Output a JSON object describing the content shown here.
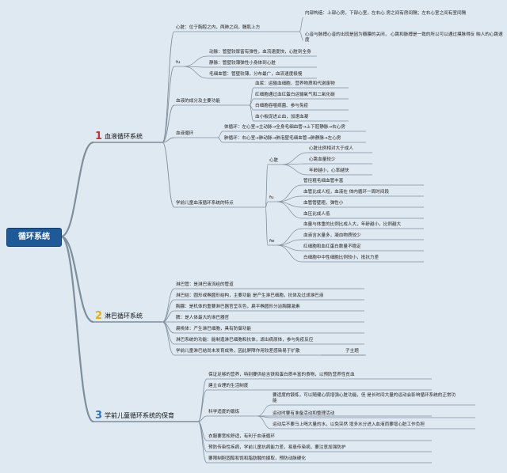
{
  "root": "循环系统",
  "colors": {
    "background": "#dfe9f1",
    "line": "#7f8e9c",
    "root_fill": "#1e5a97",
    "num1": "#d92b2b",
    "num2": "#e6b100",
    "num3": "#2d74c8"
  },
  "branch1": {
    "num": "1",
    "label": "血液循环系统",
    "heart": {
      "label": "心脏：位于胸腔之内，两肺之间，膈肌上方",
      "structure": "内部构造：上部心房，下部心室，左右心 房之间有房间隔；左右心室之间有室间隔",
      "valves": "心音与脉搏心音的出现是因为瓣膜的关闭， 心跳和脉搏是一致的所以可以通过摸脉得反 映人的心跳速度"
    },
    "vessels": {
      "label": "fu",
      "items": [
        "动脉：管壁较厚富有弹性，血流速度快，心脏到全身",
        "静脉：管壁较薄弹性小身体到心脏",
        "毛细血管：管壁较薄，分布最广，血流速度极慢"
      ]
    },
    "blood": {
      "label": "血液的成分及主要功能",
      "items": [
        "血浆：运输血细胞、营养物质和代谢废物",
        "红细胞通过血红蛋白运输氧气和二氧化碳",
        "白细胞吞噬病菌、参与免疫",
        "血小板促进止血，加速血凝"
      ]
    },
    "circulation": {
      "label": "血液循环",
      "items": [
        "体循环：左心室→主动脉→全身毛细血管→上下腔静脉→右心房",
        "肺循环：右心室→肺动脉→肺泡壁毛细血管→肺静脉→左心房"
      ]
    },
    "child": {
      "label": "学前儿童血液循环系统的特点",
      "heart": {
        "label": "心脏",
        "items": [
          "心脏比例相对大于成人",
          "心跳血量较少",
          "年龄越小，心率越快"
        ]
      },
      "fu": {
        "label": "fu",
        "items": [
          "管径粗毛细血管丰富",
          "血管比成人短，血液在 体内循环一周时间段",
          "血管管壁粗，弹性小",
          "血压比成人低"
        ]
      },
      "fw": {
        "label": "fw",
        "items": [
          "血量与体重的比例比成人大，年龄越小，比例越大",
          "血液含水量多，凝血物质较少",
          "红细胞和血红蛋白数量不稳定",
          "白细胞中中性细胞比例较小，抵抗力差"
        ]
      }
    }
  },
  "branch2": {
    "num": "2",
    "label": "淋巴循环系统",
    "items": [
      "淋巴管：是淋巴液流经的管道",
      "淋巴结：圆形或椭圆形结构，主要功能 是产生淋巴细胞，抗体及过滤淋巴液",
      "胸腺：是机体的重要淋巴器官呈灰色，扁平椭圆形分泌胸腺激素",
      "脾：是人体最大的淋巴器官",
      "扁桃体：产生淋巴细胞，具有防御功能",
      "淋巴系统的功能：能制造淋巴细胞和抗体，滤出病原体，参与免疫反应",
      "学前儿童淋巴结尚未发育成熟，因此屏障作用较差感染易于扩散"
    ],
    "subtopic": "子主题"
  },
  "branch3": {
    "num": "3",
    "label": "学前儿童循环系统的保育",
    "items": [
      "保证足够的营养，特别要供给含铁和蛋白质丰富的食物，以预防营养性贫血",
      "建立合理的生活制度"
    ],
    "exercise": {
      "label": "科学适度的锻炼",
      "items": [
        "要适度的锻炼，可以随健心肌增强心脏功能，但 是长时间大量的运动会影响循环系统的正常功能",
        "运动时要有准备活动和整理活动",
        "运动后不要马上喝大量的水，以免突然 增多水分进入血液而要增心脏工作负担"
      ]
    },
    "items2": [
      "衣服要宽松舒适，有利于血液循环",
      "预防传染性疾病，学前儿童抗病能力差，易患传染病，要注意加强防护",
      "要限制胆固醇和饱和脂肪酸的摄取，预防动脉硬化"
    ]
  }
}
